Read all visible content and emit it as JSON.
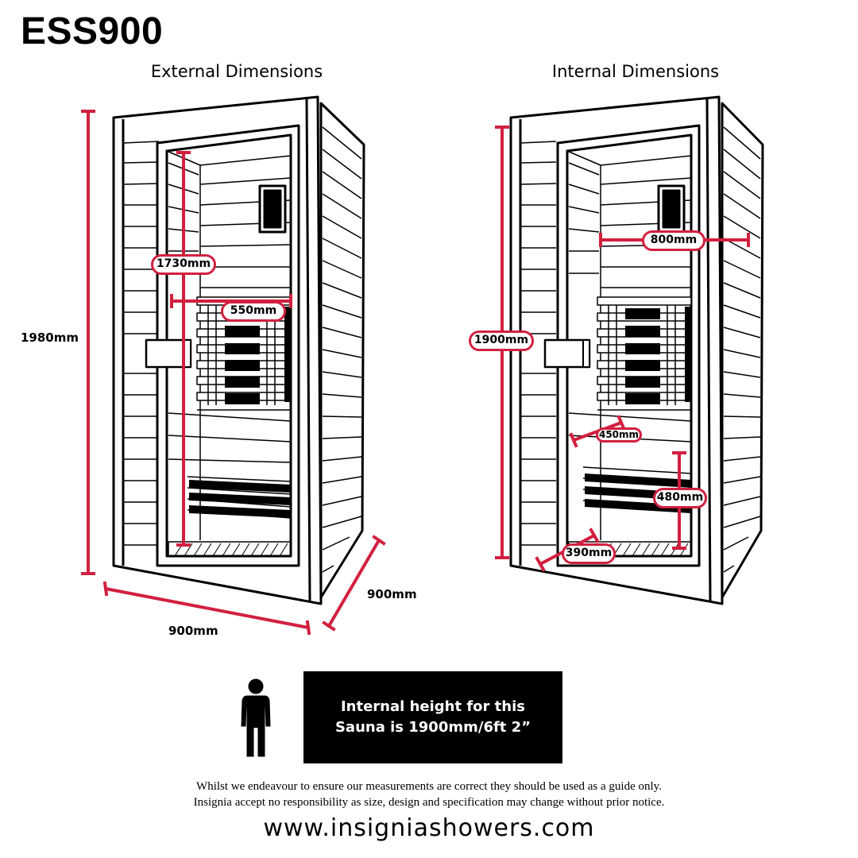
{
  "title": "ESS900",
  "external": {
    "title": "External Dimensions",
    "height": "1980mm",
    "width": "900mm",
    "depth": "900mm",
    "door_height": "1730mm",
    "door_width": "550mm"
  },
  "internal": {
    "title": "Internal Dimensions",
    "height": "1900mm",
    "width": "800mm",
    "bench_depth": "450mm",
    "bench_height": "480mm",
    "floor_depth": "390mm"
  },
  "info_box": {
    "line1": "Internal height for this",
    "line2": "Sauna is 1900mm/6ft 2”"
  },
  "disclaimer": {
    "line1": "Whilst we endeavour to ensure our measurements are correct they should be used as a guide only.",
    "line2": "Insignia accept no responsibility as size, design and specification may change without prior notice."
  },
  "website": "www.insigniashowers.com",
  "colors": {
    "accent": "#d2203f",
    "line": "#000000"
  },
  "icons": [
    "person-icon"
  ]
}
